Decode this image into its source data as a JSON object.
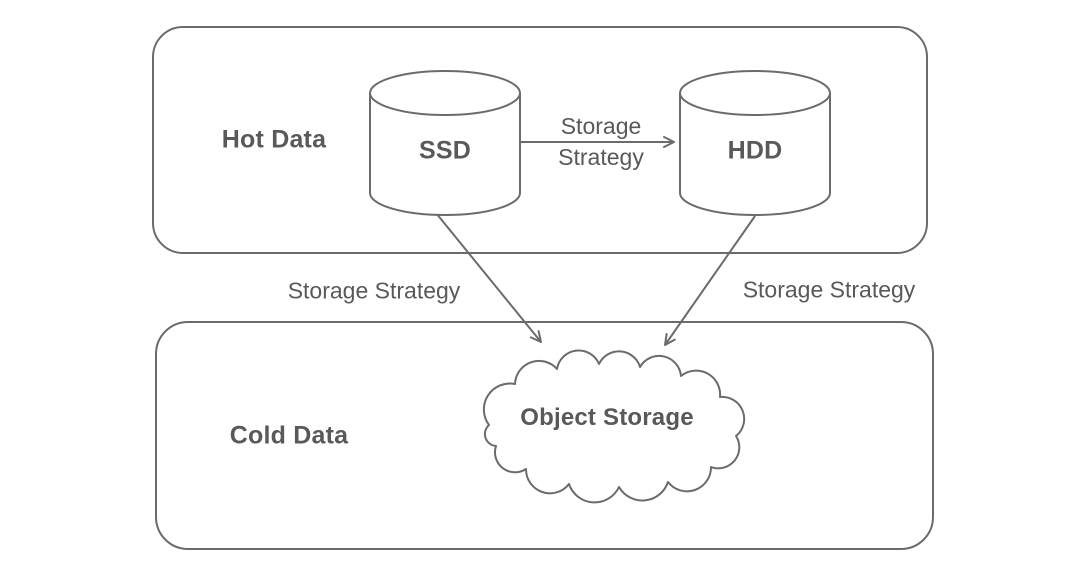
{
  "colors": {
    "background": "#ffffff",
    "stroke": "#6b6b6b",
    "text": "#595959"
  },
  "diagram": {
    "type": "architecture-diagram",
    "zones": [
      {
        "id": "hot",
        "label": "Hot Data"
      },
      {
        "id": "cold",
        "label": "Cold Data"
      }
    ],
    "nodes": [
      {
        "id": "ssd",
        "label": "SSD",
        "shape": "cylinder",
        "zone": "hot"
      },
      {
        "id": "hdd",
        "label": "HDD",
        "shape": "cylinder",
        "zone": "hot"
      },
      {
        "id": "object_storage",
        "label": "Object Storage",
        "shape": "cloud",
        "zone": "cold"
      }
    ],
    "edges": [
      {
        "from": "ssd",
        "to": "hdd",
        "label": "Storage Strategy"
      },
      {
        "from": "ssd",
        "to": "object_storage",
        "label": "Storage Strategy"
      },
      {
        "from": "hdd",
        "to": "object_storage",
        "label": "Storage Strategy"
      }
    ]
  }
}
